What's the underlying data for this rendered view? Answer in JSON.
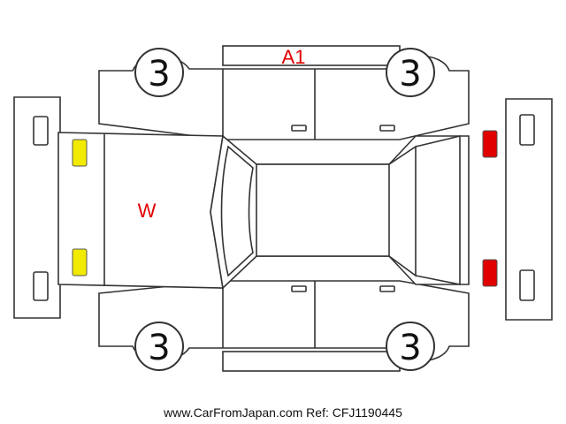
{
  "tires": {
    "front_left": "3",
    "front_right": "3",
    "rear_left": "3",
    "rear_right": "3"
  },
  "damage_marks": {
    "roof": "A1",
    "hood": "W"
  },
  "lights": {
    "front_color": "#f2ea00",
    "rear_color": "#e00000"
  },
  "footer": {
    "text": "www.CarFromJapan.com Ref: CFJ1190445"
  }
}
